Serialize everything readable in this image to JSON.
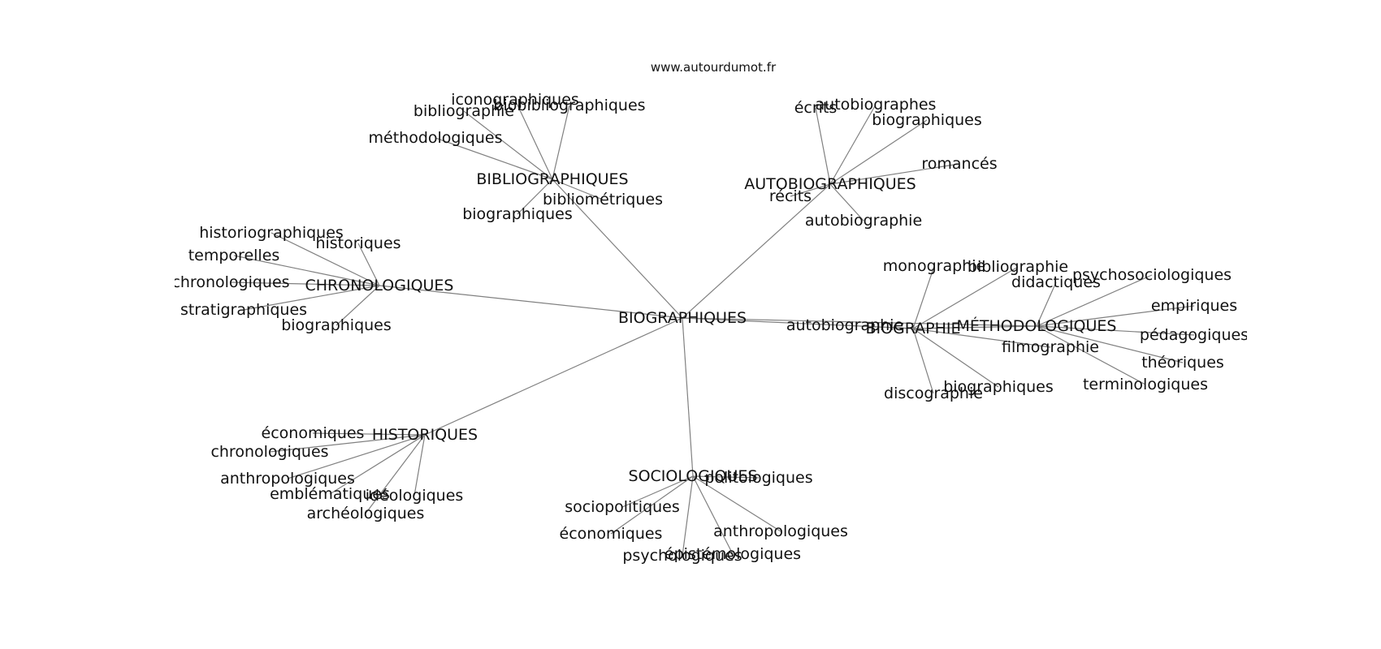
{
  "header": {
    "source": "www.autourdumot.fr"
  },
  "graph": {
    "center": {
      "id": "biographiques",
      "label": "BIOGRAPHIQUES"
    },
    "hubs": [
      {
        "id": "bibliographiques",
        "label": "BIBLIOGRAPHIQUES",
        "children": [
          {
            "id": "bib-iconographiques",
            "label": "iconographiques"
          },
          {
            "id": "bib-biobibliographiques",
            "label": "biobibliographiques"
          },
          {
            "id": "bib-bibliographie",
            "label": "bibliographie"
          },
          {
            "id": "bib-methodologiques",
            "label": "méthodologiques"
          },
          {
            "id": "bib-bibliometriques",
            "label": "bibliométriques"
          },
          {
            "id": "bib-biographiques",
            "label": "biographiques"
          }
        ]
      },
      {
        "id": "autobiographiques",
        "label": "AUTOBIOGRAPHIQUES",
        "children": [
          {
            "id": "aut-ecrits",
            "label": "écrits"
          },
          {
            "id": "aut-autobiographes",
            "label": "autobiographes"
          },
          {
            "id": "aut-biographiques",
            "label": "biographiques"
          },
          {
            "id": "aut-romances",
            "label": "romancés"
          },
          {
            "id": "aut-recits",
            "label": "récits"
          },
          {
            "id": "aut-autobiographie",
            "label": "autobiographie"
          }
        ]
      },
      {
        "id": "chronologiques",
        "label": "CHRONOLOGIQUES",
        "children": [
          {
            "id": "chr-historiographiques",
            "label": "historiographiques"
          },
          {
            "id": "chr-historiques",
            "label": "historiques"
          },
          {
            "id": "chr-temporelles",
            "label": "temporelles"
          },
          {
            "id": "chr-chronologiques",
            "label": "chronologiques"
          },
          {
            "id": "chr-stratigraphiques",
            "label": "stratigraphiques"
          },
          {
            "id": "chr-biographiques",
            "label": "biographiques"
          }
        ]
      },
      {
        "id": "biographie",
        "label": "BIOGRAPHIE",
        "children": [
          {
            "id": "bio-autobiographie",
            "label": "autobiographie"
          },
          {
            "id": "bio-monographie",
            "label": "monographie"
          },
          {
            "id": "bio-bibliographie",
            "label": "bibliographie"
          },
          {
            "id": "bio-filmographie",
            "label": "filmographie"
          },
          {
            "id": "bio-discographie",
            "label": "discographie"
          },
          {
            "id": "bio-biographiques",
            "label": "biographiques"
          }
        ]
      },
      {
        "id": "methodologiques",
        "label": "MÉTHODOLOGIQUES",
        "children": [
          {
            "id": "met-didactiques",
            "label": "didactiques"
          },
          {
            "id": "met-psychosociologiques",
            "label": "psychosociologiques"
          },
          {
            "id": "met-empiriques",
            "label": "empiriques"
          },
          {
            "id": "met-pedagogiques",
            "label": "pédagogiques"
          },
          {
            "id": "met-theoriques",
            "label": "théoriques"
          },
          {
            "id": "met-terminologiques",
            "label": "terminologiques"
          }
        ]
      },
      {
        "id": "historiques",
        "label": "HISTORIQUES",
        "children": [
          {
            "id": "his-economiques",
            "label": "économiques"
          },
          {
            "id": "his-chronologiques",
            "label": "chronologiques"
          },
          {
            "id": "his-anthropologiques",
            "label": "anthropologiques"
          },
          {
            "id": "his-emblematiques",
            "label": "emblématiques"
          },
          {
            "id": "his-ideologiques",
            "label": "idéologiques"
          },
          {
            "id": "his-archeologiques",
            "label": "archéologiques"
          }
        ]
      },
      {
        "id": "sociologiques",
        "label": "SOCIOLOGIQUES",
        "children": [
          {
            "id": "soc-politologiques",
            "label": "politologiques"
          },
          {
            "id": "soc-sociopolitiques",
            "label": "sociopolitiques"
          },
          {
            "id": "soc-economiques",
            "label": "économiques"
          },
          {
            "id": "soc-psychologiques",
            "label": "psychologiques"
          },
          {
            "id": "soc-epistemologiques",
            "label": "épistémologiques"
          },
          {
            "id": "soc-anthropologiques",
            "label": "anthropologiques"
          }
        ]
      }
    ]
  }
}
